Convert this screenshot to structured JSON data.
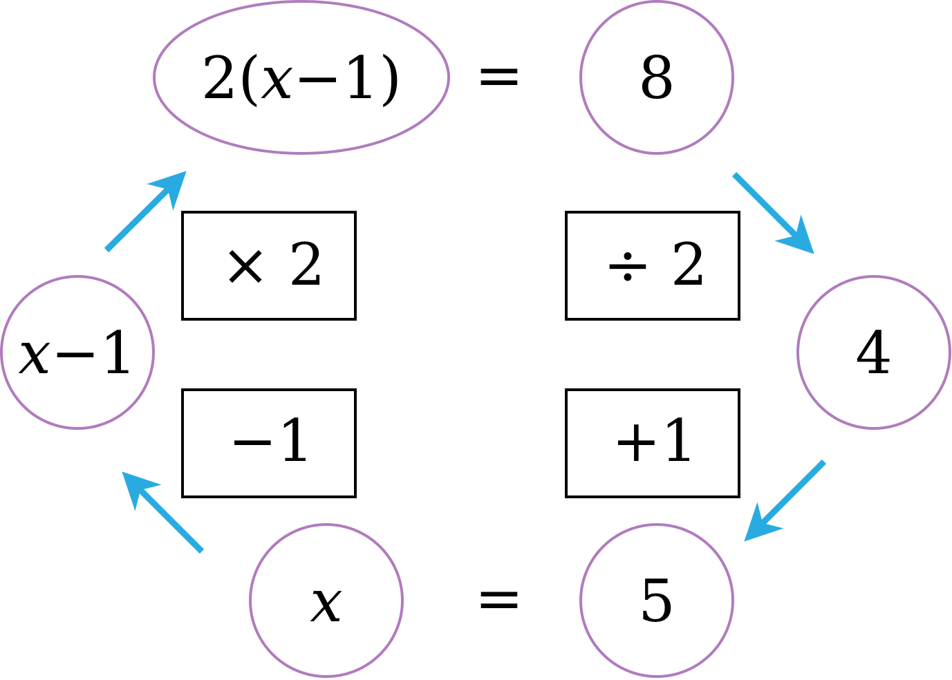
{
  "colors": {
    "node_stroke": "#b07cbd",
    "box_stroke": "#000000",
    "arrow": "#29abe2",
    "text": "#000000"
  },
  "nodes": {
    "top_left": {
      "prefix": "2(",
      "var": "x",
      "suffix": "−1)"
    },
    "top_right": {
      "text": "8"
    },
    "right": {
      "text": "4"
    },
    "bottom_right": {
      "text": "5"
    },
    "bottom_left": {
      "var": "x"
    },
    "left": {
      "var": "x",
      "suffix": "−1"
    }
  },
  "equals": {
    "top": "=",
    "bottom": "="
  },
  "operations": {
    "times_two": "× 2",
    "divide_two": "÷ 2",
    "minus_one": "−1",
    "plus_one": "+1"
  }
}
